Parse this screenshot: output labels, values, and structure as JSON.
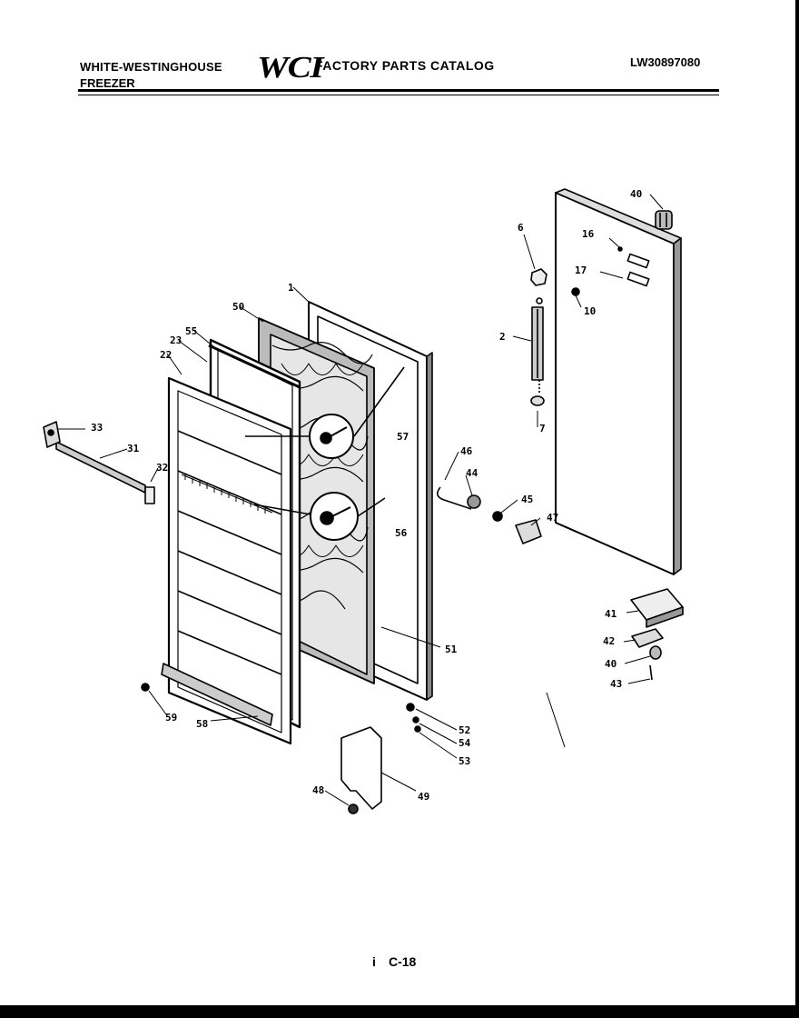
{
  "header": {
    "brand": "WHITE-WESTINGHOUSE",
    "product": "FREEZER",
    "logo": "WCI",
    "catalog_title": "FACTORY PARTS CATALOG",
    "model_number": "LW30897080"
  },
  "footer": {
    "page_number": "C-18",
    "mark": "i"
  },
  "callouts": {
    "c1": "1",
    "c2": "2",
    "c6": "6",
    "c7": "7",
    "c10": "10",
    "c16": "16",
    "c17": "17",
    "c22": "22",
    "c23": "23",
    "c31": "31",
    "c32": "32",
    "c33": "33",
    "c40a": "40",
    "c40b": "40",
    "c41": "41",
    "c42": "42",
    "c43": "43",
    "c44": "44",
    "c45": "45",
    "c46": "46",
    "c47": "47",
    "c48": "48",
    "c49": "49",
    "c50": "50",
    "c51": "51",
    "c52": "52",
    "c53": "53",
    "c54": "54",
    "c55": "55",
    "c56": "56",
    "c57": "57",
    "c58": "58",
    "c59": "59"
  }
}
